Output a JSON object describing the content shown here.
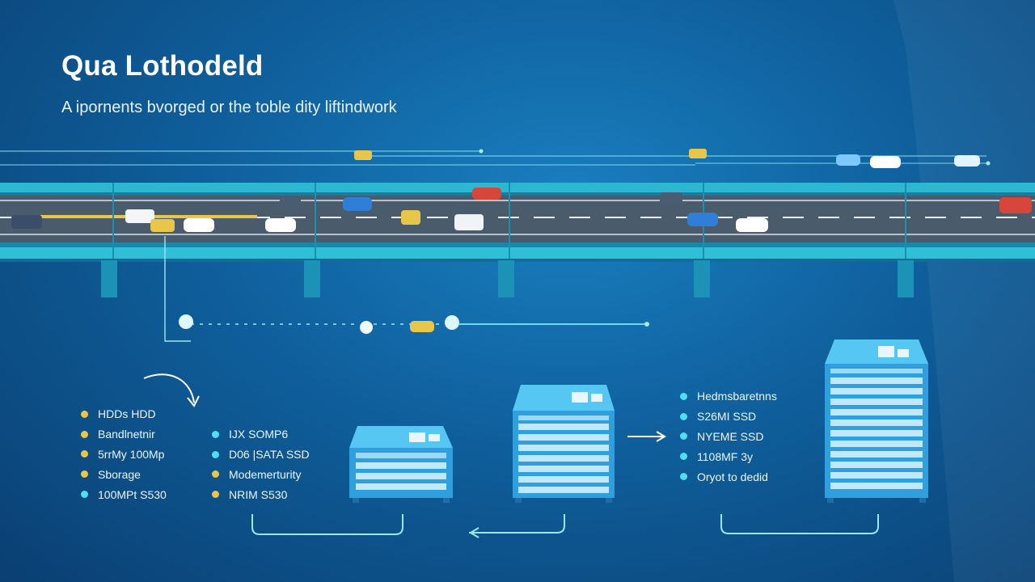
{
  "header": {
    "title": "Qua Lothodeld",
    "subtitle": "A ipornents bvorged or the toble dity liftindwork"
  },
  "colors": {
    "yellow": "#e8c64a",
    "cyan": "#4fe0f0",
    "bridge_teal": "#29b7cf",
    "server_blue": "#3aa9e6"
  },
  "legend_left": [
    {
      "label": "HDDs HDD",
      "color": "yellow"
    },
    {
      "label": "Bandlnetnir",
      "color": "yellow"
    },
    {
      "label": "5rrMy 100Mp",
      "color": "yellow"
    },
    {
      "label": "Sborage",
      "color": "yellow"
    },
    {
      "label": "100MPt S530",
      "color": "cyan"
    }
  ],
  "legend_middle": [
    {
      "label": "IJX SOMP6",
      "color": "cyan"
    },
    {
      "label": "D06 |SATA SSD",
      "color": "cyan"
    },
    {
      "label": "Modemerturity",
      "color": "yellow"
    },
    {
      "label": "NRIM S530",
      "color": "yellow"
    }
  ],
  "legend_right": [
    {
      "label": "Hedmsbaretnns",
      "color": "cyan"
    },
    {
      "label": "S26MI SSD",
      "color": "cyan"
    },
    {
      "label": "NYEME SSD",
      "color": "cyan"
    },
    {
      "label": "1108MF 3y",
      "color": "cyan"
    },
    {
      "label": "Oryot to dedid",
      "color": "cyan"
    }
  ],
  "icons": {
    "server_small": "server-rack-icon",
    "server_medium": "server-rack-icon",
    "server_large": "server-rack-icon",
    "car": "car-icon"
  }
}
